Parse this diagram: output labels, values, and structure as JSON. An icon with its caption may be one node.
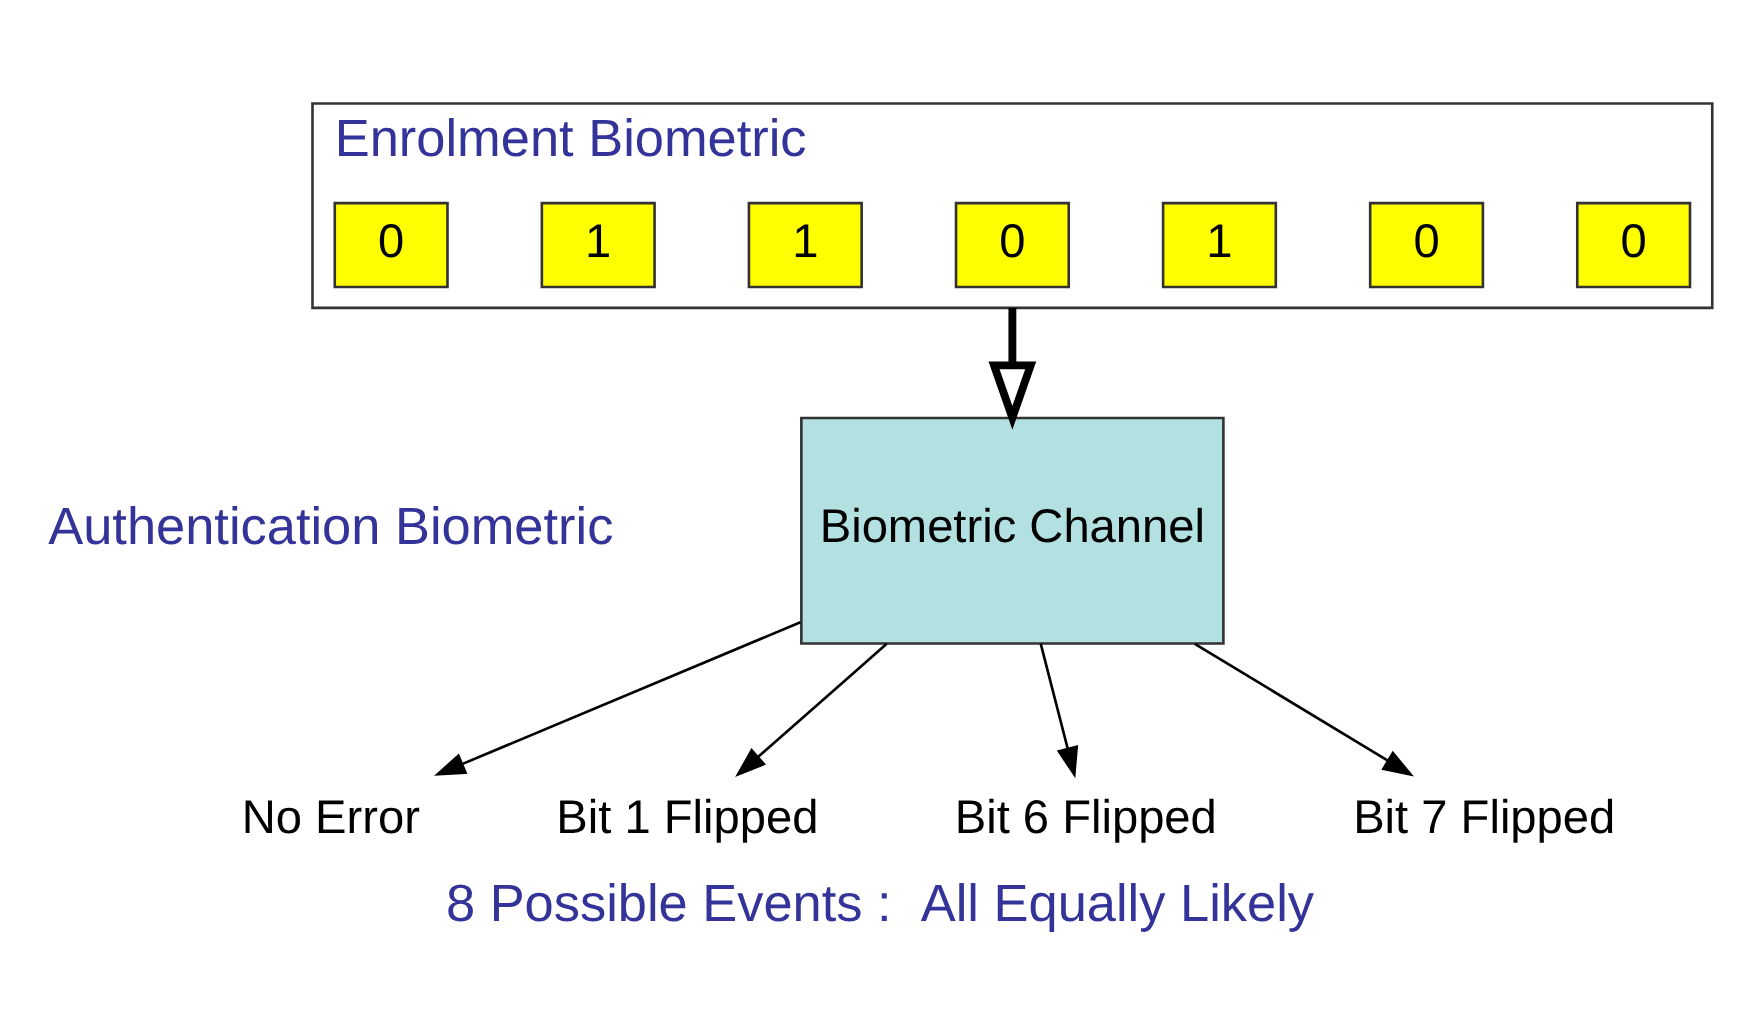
{
  "diagram": {
    "caption": "8 Possible Events :  All Equally Likely",
    "nodes": [
      {
        "text": [
          "Enrolment Biometric"
        ]
      },
      {
        "text": [
          "0"
        ],
        "in": 0
      },
      {
        "text": [
          "1"
        ],
        "in": 0
      },
      {
        "text": [
          "1"
        ],
        "in": 0
      },
      {
        "text": [
          "0"
        ],
        "in": 0
      },
      {
        "text": [
          "1"
        ],
        "in": 0
      },
      {
        "text": [
          "0"
        ],
        "in": 0
      },
      {
        "text": [
          "0"
        ],
        "in": 0
      },
      {
        "text": [
          "Biometric Channel"
        ]
      },
      {
        "text": [
          "No Error"
        ]
      },
      {
        "text": [
          "Bit 1 Flipped"
        ]
      },
      {
        "text": [
          "Bit 6 Flipped"
        ]
      },
      {
        "text": [
          "Bit 7 Flipped"
        ]
      }
    ],
    "edges": [
      {
        "from": 0,
        "to": 8,
        "arrow": "to",
        "style": "thick"
      },
      {
        "from": 8,
        "to": 9,
        "arrow": "to"
      },
      {
        "from": 8,
        "to": 10,
        "arrow": "to"
      },
      {
        "from": 8,
        "to": 11,
        "arrow": "to"
      },
      {
        "from": 8,
        "to": 12,
        "arrow": "to"
      }
    ],
    "labels": [
      "Authentication Biometric"
    ]
  }
}
